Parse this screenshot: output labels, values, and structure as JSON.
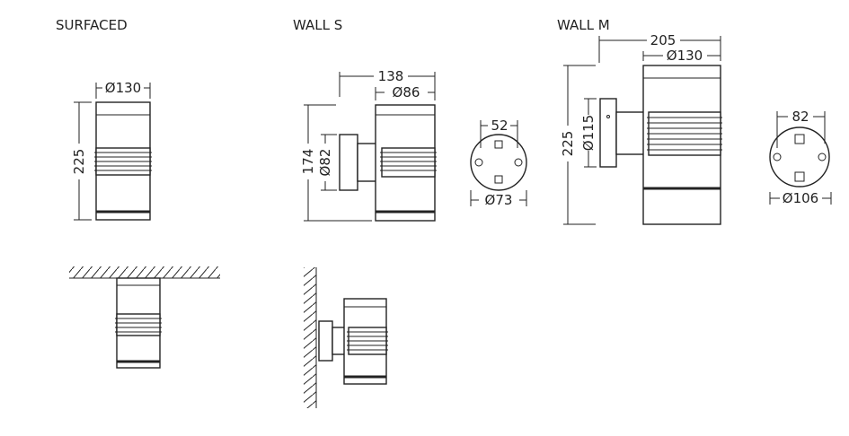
{
  "titles": {
    "surfaced": "SURFACED",
    "wall_s": "WALL S",
    "wall_m": "WALL M"
  },
  "surfaced": {
    "diameter": "Ø130",
    "height": "225"
  },
  "wall_s": {
    "depth": "138",
    "diameter": "Ø86",
    "height": "174",
    "plate_diameter": "Ø82",
    "hole_spacing": "52",
    "base_diameter": "Ø73"
  },
  "wall_m": {
    "depth": "205",
    "diameter": "Ø130",
    "height": "225",
    "plate_diameter": "Ø115",
    "hole_spacing": "82",
    "base_diameter": "Ø106"
  }
}
